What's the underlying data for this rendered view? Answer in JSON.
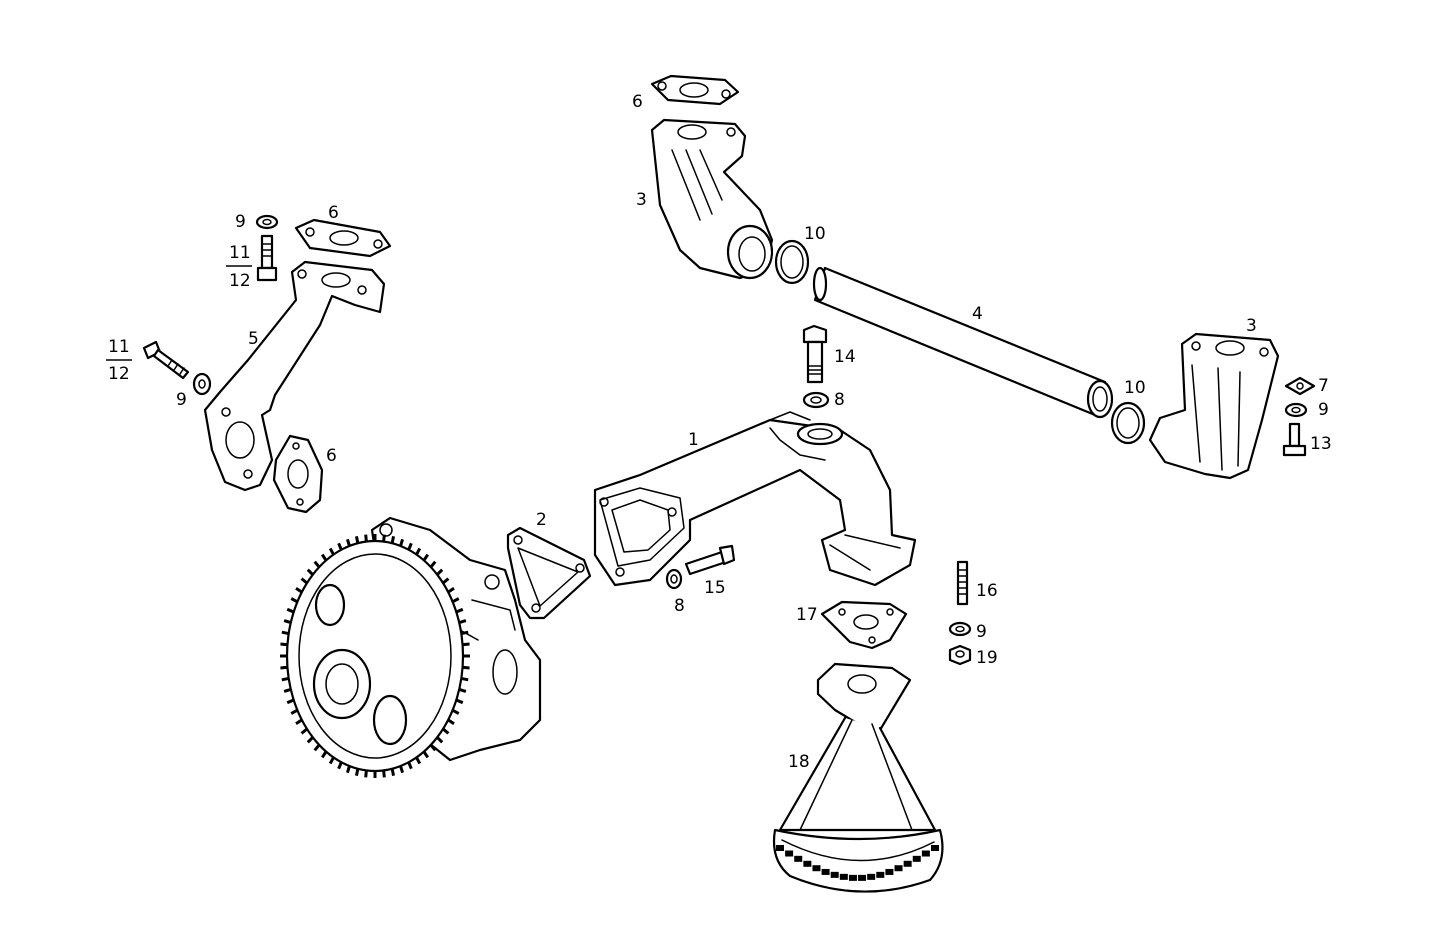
{
  "labels": {
    "p1": "1",
    "p2": "2",
    "p3a": "3",
    "p3b": "3",
    "p4": "4",
    "p5": "5",
    "p6a": "6",
    "p6b": "6",
    "p6c": "6",
    "p7": "7",
    "p8a": "8",
    "p8b": "8",
    "p9a": "9",
    "p9b": "9",
    "p9c": "9",
    "p9d": "9",
    "p10a": "10",
    "p10b": "10",
    "p11a": "11",
    "p12a": "12",
    "p11b": "11",
    "p12b": "12",
    "p13": "13",
    "p14": "14",
    "p15": "15",
    "p16": "16",
    "p17": "17",
    "p18": "18",
    "p19": "19"
  },
  "colors": {
    "ink": "#000000",
    "paper": "#ffffff"
  }
}
